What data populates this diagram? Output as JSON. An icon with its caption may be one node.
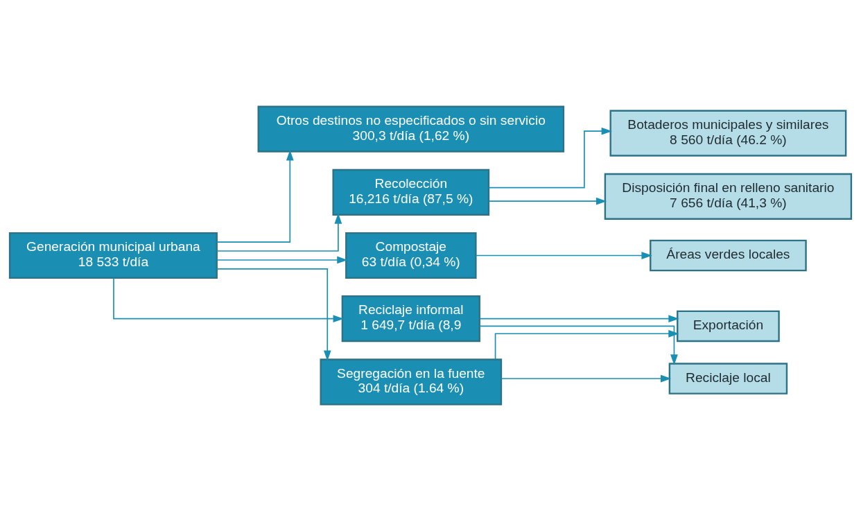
{
  "diagram": {
    "nodes": [
      {
        "text": [
          "Generación municipal urbana",
          "18 533 t/día"
        ]
      },
      {
        "text": [
          "Otros destinos no especificados o sin servicio",
          "300,3 t/día (1,62 %)"
        ]
      },
      {
        "text": [
          "Recolección",
          "16,216 t/día (87,5 %)"
        ]
      },
      {
        "text": [
          "Disposición final en relleno sanitario",
          "7 656 t/día (41,3 %)"
        ]
      },
      {
        "text": [
          "Botaderos municipales y similares",
          "8 560 t/día (46.2 %)"
        ]
      },
      {
        "text": [
          "Compostaje",
          "63 t/día (0,34 %)"
        ]
      },
      {
        "text": [
          "Áreas verdes locales"
        ]
      },
      {
        "text": [
          "Segregación en la fuente",
          "304 t/día (1.64 %)"
        ]
      },
      {
        "text": [
          "Reciclaje informal",
          "1 649,7 t/día (8,9"
        ]
      },
      {
        "text": [
          "Reciclaje local"
        ]
      },
      {
        "text": [
          "Exportación"
        ]
      }
    ],
    "edges": [
      {
        "from": 0,
        "to": 1,
        "arrow": "to"
      },
      {
        "from": 0,
        "to": 2,
        "arrow": "to"
      },
      {
        "from": 2,
        "to": 3,
        "arrow": "to"
      },
      {
        "from": 2,
        "to": 4,
        "arrow": "to"
      },
      {
        "from": 0,
        "to": 5,
        "arrow": "to"
      },
      {
        "from": 5,
        "to": 6,
        "arrow": "to"
      },
      {
        "from": 0,
        "to": 7,
        "arrow": "to"
      },
      {
        "from": 0,
        "to": 8,
        "arrow": "to"
      },
      {
        "from": 7,
        "to": 9,
        "arrow": "to"
      },
      {
        "from": 7,
        "to": 10,
        "arrow": "to"
      },
      {
        "from": 8,
        "to": 9,
        "arrow": "to"
      },
      {
        "from": 8,
        "to": 10,
        "arrow": "to"
      }
    ]
  }
}
